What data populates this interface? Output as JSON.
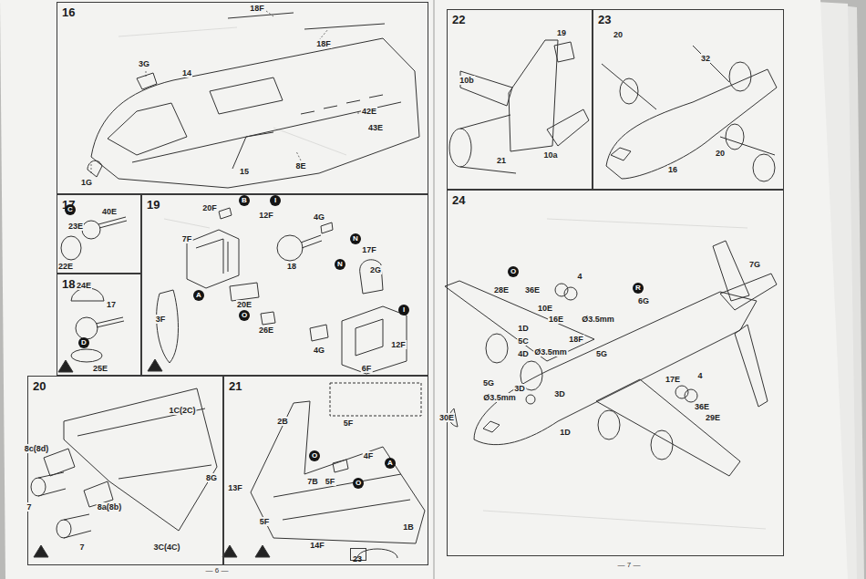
{
  "diagram": {
    "nodes": [
      {
        "text": [
          "16"
        ]
      },
      {
        "text": [
          "17"
        ]
      },
      {
        "text": [
          "18"
        ]
      },
      {
        "text": [
          "19"
        ]
      },
      {
        "text": [
          "20"
        ]
      },
      {
        "text": [
          "21"
        ]
      },
      {
        "text": [
          "23"
        ],
        "in": 5
      },
      {
        "text": [
          "22"
        ]
      },
      {
        "text": [
          "23"
        ]
      },
      {
        "text": [
          "24"
        ]
      }
    ],
    "labels": [
      "18F",
      "18F",
      "3G",
      "14",
      "42E",
      "43E",
      "1G",
      "15",
      "8E",
      "C",
      "23E",
      "40E",
      "22E",
      "24E",
      "17",
      "D",
      "25E",
      "20F",
      "B",
      "I",
      "12F",
      "4G",
      "7F",
      "N",
      "17F",
      "18",
      "N",
      "2G",
      "A",
      "20E",
      "O",
      "3F",
      "26E",
      "4G",
      "12F",
      "I",
      "6F",
      "8c(8d)",
      "1C(2C)",
      "7",
      "8a(8b)",
      "7",
      "8G",
      "3C(4C)",
      "2B",
      "5F",
      "4F",
      "A",
      "O",
      "13F",
      "7B",
      "5F",
      "O",
      "5F",
      "14F",
      "1B",
      "10b",
      "19",
      "10a",
      "21",
      "20",
      "32",
      "20",
      "16",
      "7G",
      "O",
      "28E",
      "36E",
      "4",
      "10E",
      "R",
      "6G",
      "16E",
      "Ø3.5mm",
      "18F",
      "Ø3.5mm",
      "1D",
      "5C",
      "4D",
      "5G",
      "5G",
      "Ø3.5mm",
      "3D",
      "3D",
      "30E",
      "1D",
      "17E",
      "4",
      "36E",
      "29E",
      "— 6 —",
      "— 7 —"
    ]
  }
}
